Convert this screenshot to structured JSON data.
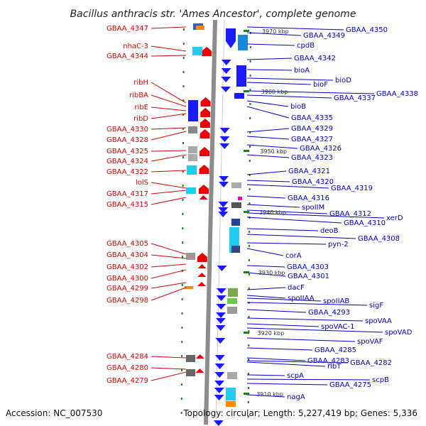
{
  "title": "Bacillus anthracis str. 'Ames Ancestor', complete genome",
  "accession": "Accession: NC_007530",
  "topology": "Topology: circular; Length: 5,227,419 bp; Genes: 5,336",
  "colors": {
    "left_label": "#dd0000",
    "right_label": "#0000cc",
    "backbone": "#8c8c8c",
    "tick": "#118811"
  },
  "kbp_markers": [
    "3970 kbp",
    "3960 kbp",
    "3950 kbp",
    "3940 kbp",
    "3930 kbp",
    "3920 kbp",
    "3910 kbp"
  ],
  "left_labels": [
    "GBAA_4347",
    "nhaC-3",
    "GBAA_4344",
    "ribH",
    "ribBA",
    "ribE",
    "ribD",
    "GBAA_4330",
    "GBAA_4328",
    "GBAA_4325",
    "GBAA_4324",
    "GBAA_4322",
    "lolS",
    "GBAA_4317",
    "GBAA_4315",
    "GBAA_4305",
    "GBAA_4304",
    "GBAA_4302",
    "GBAA_4300",
    "GBAA_4299",
    "GBAA_4298",
    "GBAA_4284",
    "GBAA_4280",
    "GBAA_4279"
  ],
  "right_labels": [
    "GBAA_4350",
    "GBAA_4349",
    "cpdB",
    "GBAA_4342",
    "bioA",
    "bioD",
    "bioF",
    "GBAA_4338",
    "GBAA_4337",
    "bioB",
    "GBAA_4335",
    "GBAA_4329",
    "GBAA_4327",
    "GBAA_4326",
    "GBAA_4323",
    "GBAA_4321",
    "GBAA_4320",
    "GBAA_4319",
    "GBAA_4316",
    "spoIIM",
    "GBAA_4312",
    "xerD",
    "GBAA_4310",
    "deoB",
    "GBAA_4308",
    "pyn-2",
    "corA",
    "GBAA_4303",
    "GBAA_4301",
    "dacF",
    "spoIIAA",
    "spoIIAB",
    "sigF",
    "GBAA_4293",
    "spoVAA",
    "spoVAC-1",
    "spoVAD",
    "spoVAF",
    "GBAA_4285",
    "GBAA_4283",
    "ribT",
    "GBAA_4282",
    "scpA",
    "scpB",
    "GBAA_4275",
    "nagA"
  ]
}
